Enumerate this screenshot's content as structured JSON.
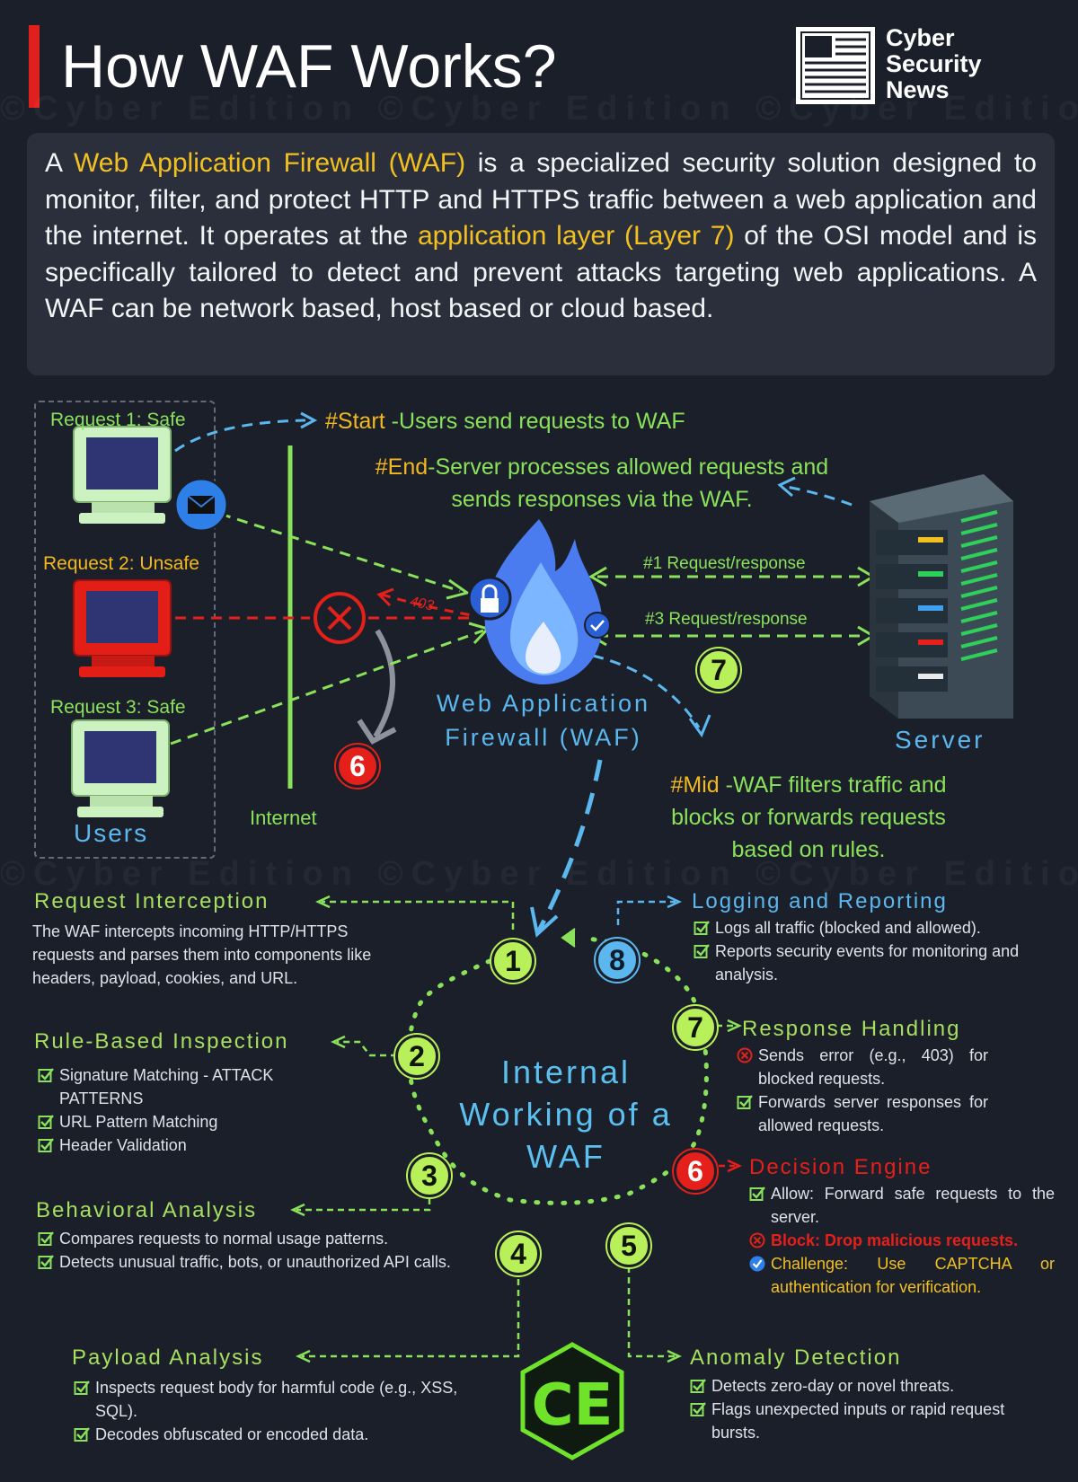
{
  "header": {
    "title": "How WAF Works?",
    "logo_lines": [
      "Cyber",
      "Security",
      "News"
    ]
  },
  "watermark": "©Cyber Edition ©Cyber Edition ©Cyber Edition",
  "intro": {
    "p1": "A ",
    "hl1": "Web Application Firewall (WAF)",
    "p2": " is a specialized security solution designed to monitor, filter, and protect HTTP and HTTPS traffic between a web application and the internet. It operates at the ",
    "hl2": "application layer (Layer 7)",
    "p3": " of the OSI model and is specifically tailored to detect and prevent attacks targeting web applications. A WAF can be network based, host based or cloud based."
  },
  "diagram": {
    "request1": "Request 1: Safe",
    "request2": "Request 2: Unsafe",
    "request3": "Request 3: Safe",
    "users": "Users",
    "internet": "Internet",
    "start_tag": "#Start",
    "start_text": " -Users send requests to WAF",
    "end_tag": "#End",
    "end_text1": "-Server processes allowed requests and",
    "end_text2": "sends responses via the WAF.",
    "mid_tag": "#Mid",
    "mid_text1": " -WAF filters traffic and",
    "mid_text2": "blocks or forwards requests",
    "mid_text3": "based on rules.",
    "code403": "403",
    "req1": "#1 Request/response",
    "req3": "#3 Request/response",
    "waf_line1": "Web Application",
    "waf_line2": "Firewall (WAF)",
    "server": "Server",
    "num6": "6",
    "num7": "7"
  },
  "center_title": [
    "Internal",
    "Working of a",
    "WAF"
  ],
  "steps": {
    "n1": "1",
    "n2": "2",
    "n3": "3",
    "n4": "4",
    "n5": "5",
    "n6": "6",
    "n7": "7",
    "n8": "8",
    "s1_title": "Request Interception",
    "s1_text": "The WAF intercepts incoming HTTP/HTTPS requests and parses them into components like headers, payload, cookies, and URL.",
    "s2_title": "Rule-Based Inspection",
    "s2_items": [
      "Signature Matching - ATTACK PATTERNS",
      "URL Pattern Matching",
      "Header Validation"
    ],
    "s3_title": "Behavioral Analysis",
    "s3_items": [
      "Compares requests to normal usage patterns.",
      "Detects unusual traffic, bots, or unauthorized API calls."
    ],
    "s4_title": "Payload Analysis",
    "s4_items": [
      "Inspects request body for harmful code (e.g., XSS, SQL).",
      "Decodes obfuscated or encoded data."
    ],
    "s5_title": "Anomaly Detection",
    "s5_items": [
      "Detects zero-day or novel threats.",
      "Flags unexpected inputs or rapid request bursts."
    ],
    "s6_title": "Decision Engine",
    "s6_allow": "Allow: Forward safe requests to the server.",
    "s6_block": "Block: Drop malicious requests.",
    "s6_challenge": "Challenge: Use CAPTCHA or authentication for verification.",
    "s7_title": "Response Handling",
    "s7_error": "Sends error (e.g., 403) for blocked requests.",
    "s7_forward": "Forwards server responses for allowed requests.",
    "s8_title": "Logging and Reporting",
    "s8_items": [
      "Logs all traffic (blocked and allowed).",
      "Reports security events for monitoring and analysis."
    ]
  },
  "bottom_logo": "CE",
  "colors": {
    "background": "#1b1f2a",
    "accent_yellow": "#f2c020",
    "green": "#8ae25a",
    "blue": "#5bb7ee",
    "red": "#e5201a"
  }
}
